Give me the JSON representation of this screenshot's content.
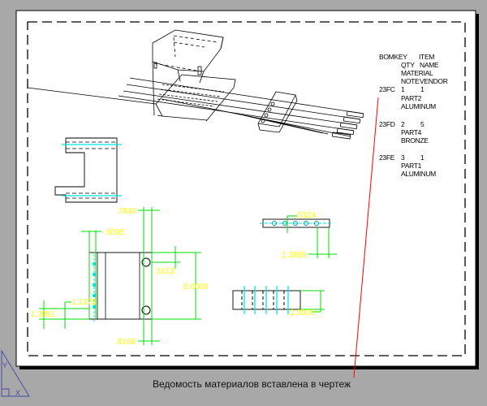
{
  "caption": "Ведомость материалов вставлена в чертеж",
  "colors": {
    "background": "#a8a8a8",
    "paper": "#ffffff",
    "dimension": "#00dd00",
    "dimension_text": "#ffff00",
    "centerline": "#00e5e5",
    "leader": "#ff0000",
    "ucs_icon": "#4a4aa8"
  },
  "bom": {
    "header": [
      "BOMKEY",
      "ITEM",
      "QTY",
      "NAME",
      "MATERIAL",
      "NOTE",
      "VENDOR"
    ],
    "rows": [
      {
        "key": "23FC",
        "item": "1",
        "qty": "1",
        "name": "PART2",
        "material": "ALUMINUM"
      },
      {
        "key": "23FD",
        "item": "2",
        "qty": "5",
        "name": "PART4",
        "material": "BRONZE"
      },
      {
        "key": "23FE",
        "item": "3",
        "qty": "1",
        "name": "PART1",
        "material": "ALUMINUM"
      }
    ]
  },
  "dimensions": {
    "d1": ".7846",
    "d2": ".6095",
    "d3": ".1613",
    "d4": "8.0000",
    "d5": "1.1378",
    "d6": "1.3951",
    "d7": ".8169",
    "d8": ".5324",
    "d9": "1.3886",
    "d10": "2.0000"
  },
  "ucs": {
    "x": "X",
    "y": "Y"
  }
}
